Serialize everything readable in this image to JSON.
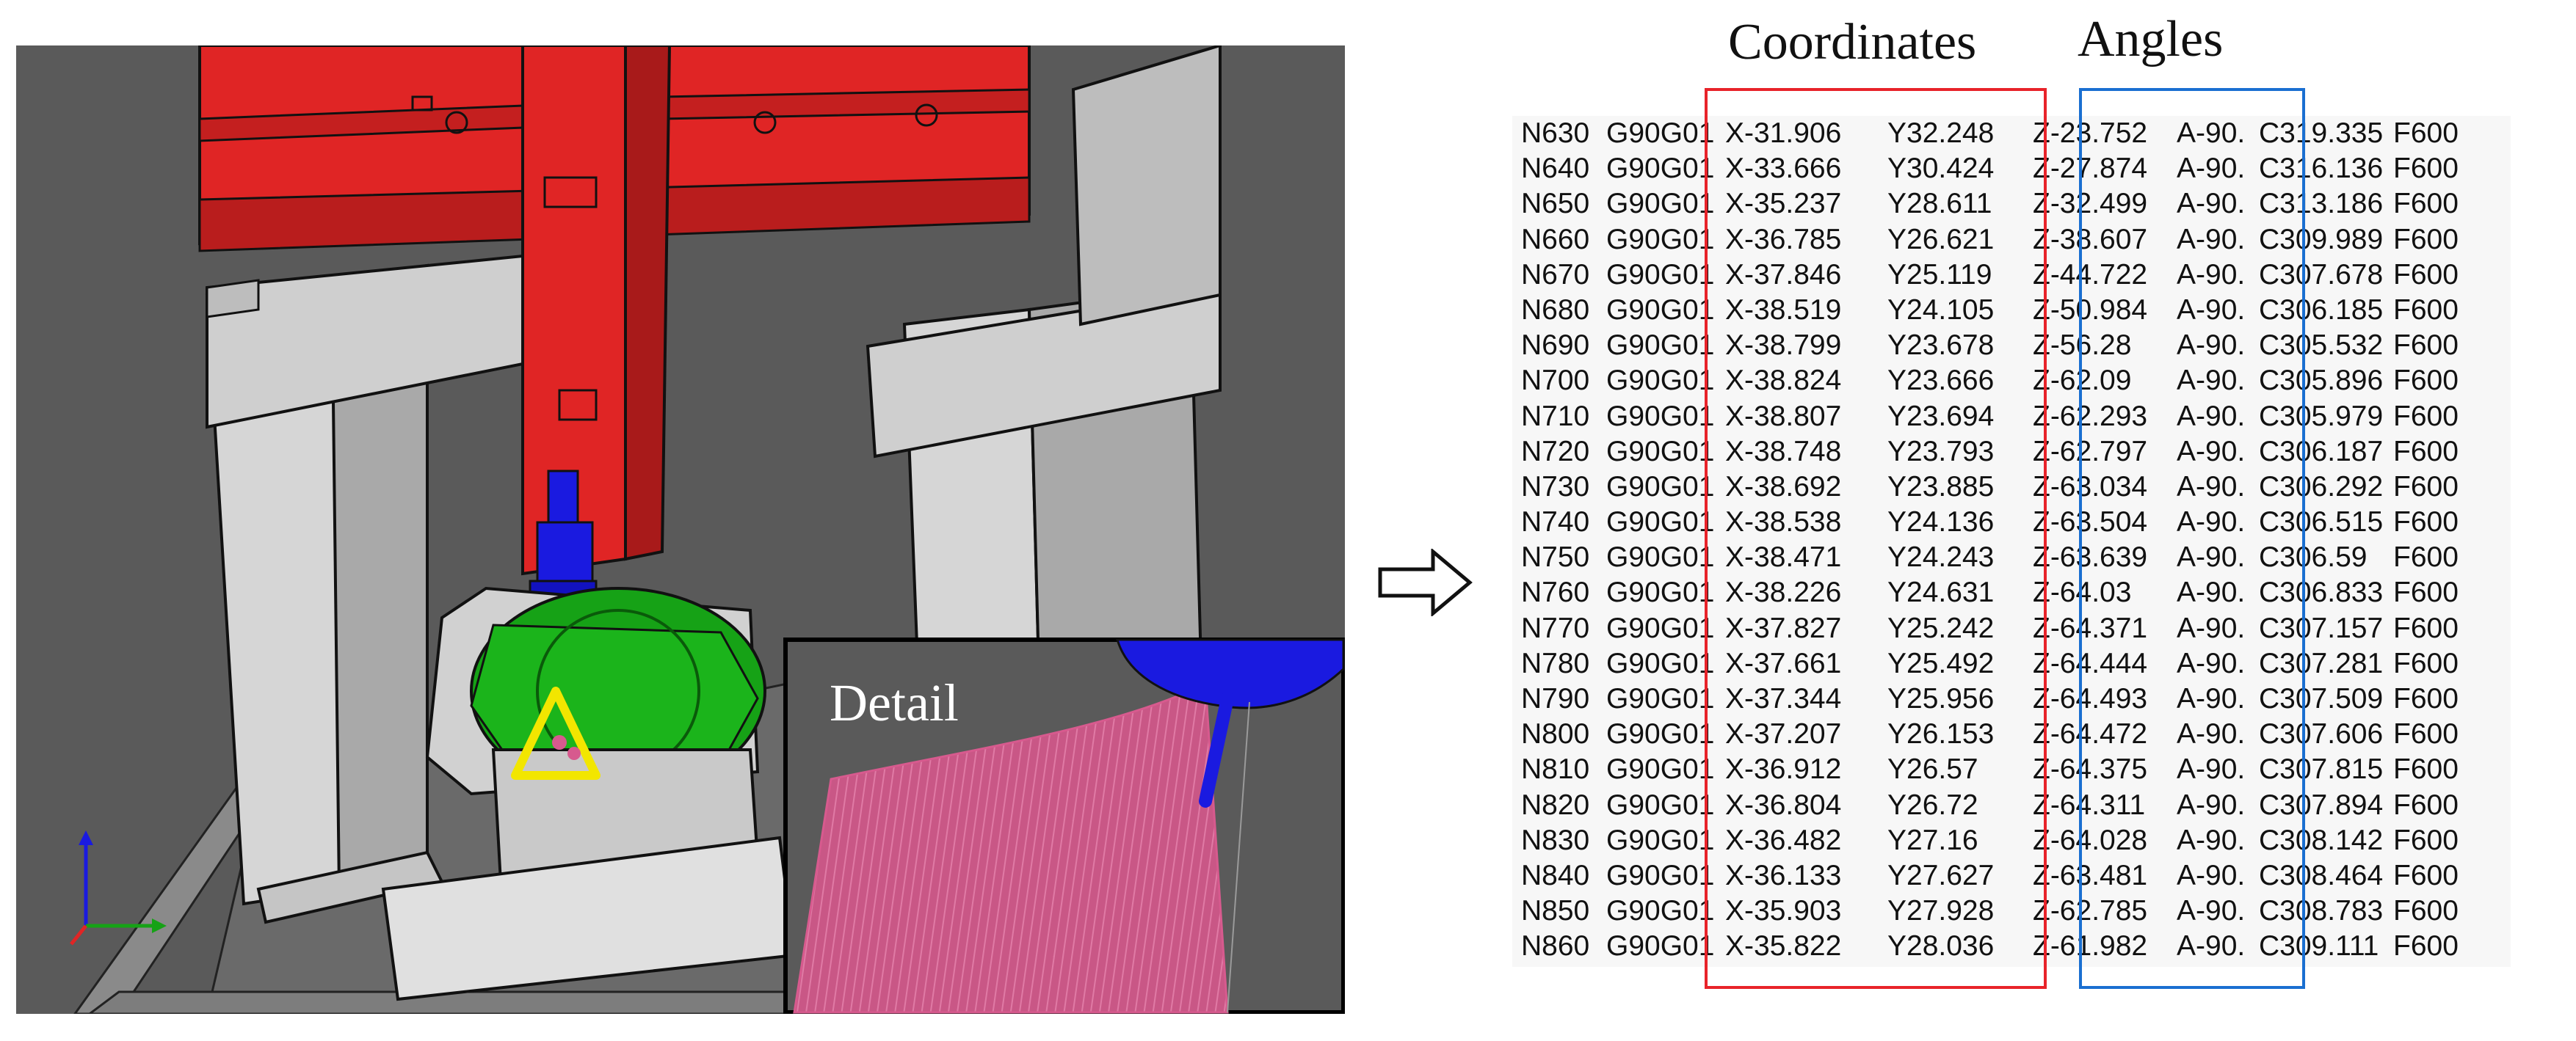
{
  "headings": {
    "coordinates": "Coordinates",
    "angles": "Angles"
  },
  "scene": {
    "detail_label": "Detail"
  },
  "colors": {
    "machine_red": "#e02525",
    "tool_blue": "#1a1ae0",
    "table_green": "#16a216",
    "marker_yellow": "#f2e600",
    "part_pink": "#d75a8e",
    "viewport_gray": "#5a5a5a",
    "coords_box": "#e8232a",
    "angles_box": "#1a6fd1"
  },
  "gcode": [
    {
      "n": "N630",
      "g": "G90G01",
      "x": "X-31.906",
      "y": "Y32.248",
      "z": "Z-23.752",
      "a": "A-90.",
      "c": "C319.335",
      "f": "F600"
    },
    {
      "n": "N640",
      "g": "G90G01",
      "x": "X-33.666",
      "y": "Y30.424",
      "z": "Z-27.874",
      "a": "A-90.",
      "c": "C316.136",
      "f": "F600"
    },
    {
      "n": "N650",
      "g": "G90G01",
      "x": "X-35.237",
      "y": "Y28.611",
      "z": "Z-32.499",
      "a": "A-90.",
      "c": "C313.186",
      "f": "F600"
    },
    {
      "n": "N660",
      "g": "G90G01",
      "x": "X-36.785",
      "y": "Y26.621",
      "z": "Z-38.607",
      "a": "A-90.",
      "c": "C309.989",
      "f": "F600"
    },
    {
      "n": "N670",
      "g": "G90G01",
      "x": "X-37.846",
      "y": "Y25.119",
      "z": "Z-44.722",
      "a": "A-90.",
      "c": "C307.678",
      "f": "F600"
    },
    {
      "n": "N680",
      "g": "G90G01",
      "x": "X-38.519",
      "y": "Y24.105",
      "z": "Z-50.984",
      "a": "A-90.",
      "c": "C306.185",
      "f": "F600"
    },
    {
      "n": "N690",
      "g": "G90G01",
      "x": "X-38.799",
      "y": "Y23.678",
      "z": "Z-56.28",
      "a": "A-90.",
      "c": "C305.532",
      "f": "F600"
    },
    {
      "n": "N700",
      "g": "G90G01",
      "x": "X-38.824",
      "y": "Y23.666",
      "z": "Z-62.09",
      "a": "A-90.",
      "c": "C305.896",
      "f": "F600"
    },
    {
      "n": "N710",
      "g": "G90G01",
      "x": "X-38.807",
      "y": "Y23.694",
      "z": "Z-62.293",
      "a": "A-90.",
      "c": "C305.979",
      "f": "F600"
    },
    {
      "n": "N720",
      "g": "G90G01",
      "x": "X-38.748",
      "y": "Y23.793",
      "z": "Z-62.797",
      "a": "A-90.",
      "c": "C306.187",
      "f": "F600"
    },
    {
      "n": "N730",
      "g": "G90G01",
      "x": "X-38.692",
      "y": "Y23.885",
      "z": "Z-63.034",
      "a": "A-90.",
      "c": "C306.292",
      "f": "F600"
    },
    {
      "n": "N740",
      "g": "G90G01",
      "x": "X-38.538",
      "y": "Y24.136",
      "z": "Z-63.504",
      "a": "A-90.",
      "c": "C306.515",
      "f": "F600"
    },
    {
      "n": "N750",
      "g": "G90G01",
      "x": "X-38.471",
      "y": "Y24.243",
      "z": "Z-63.639",
      "a": "A-90.",
      "c": "C306.59",
      "f": "F600"
    },
    {
      "n": "N760",
      "g": "G90G01",
      "x": "X-38.226",
      "y": "Y24.631",
      "z": "Z-64.03",
      "a": "A-90.",
      "c": "C306.833",
      "f": "F600"
    },
    {
      "n": "N770",
      "g": "G90G01",
      "x": "X-37.827",
      "y": "Y25.242",
      "z": "Z-64.371",
      "a": "A-90.",
      "c": "C307.157",
      "f": "F600"
    },
    {
      "n": "N780",
      "g": "G90G01",
      "x": "X-37.661",
      "y": "Y25.492",
      "z": "Z-64.444",
      "a": "A-90.",
      "c": "C307.281",
      "f": "F600"
    },
    {
      "n": "N790",
      "g": "G90G01",
      "x": "X-37.344",
      "y": "Y25.956",
      "z": "Z-64.493",
      "a": "A-90.",
      "c": "C307.509",
      "f": "F600"
    },
    {
      "n": "N800",
      "g": "G90G01",
      "x": "X-37.207",
      "y": "Y26.153",
      "z": "Z-64.472",
      "a": "A-90.",
      "c": "C307.606",
      "f": "F600"
    },
    {
      "n": "N810",
      "g": "G90G01",
      "x": "X-36.912",
      "y": "Y26.57",
      "z": "Z-64.375",
      "a": "A-90.",
      "c": "C307.815",
      "f": "F600"
    },
    {
      "n": "N820",
      "g": "G90G01",
      "x": "X-36.804",
      "y": "Y26.72",
      "z": "Z-64.311",
      "a": "A-90.",
      "c": "C307.894",
      "f": "F600"
    },
    {
      "n": "N830",
      "g": "G90G01",
      "x": "X-36.482",
      "y": "Y27.16",
      "z": "Z-64.028",
      "a": "A-90.",
      "c": "C308.142",
      "f": "F600"
    },
    {
      "n": "N840",
      "g": "G90G01",
      "x": "X-36.133",
      "y": "Y27.627",
      "z": "Z-63.481",
      "a": "A-90.",
      "c": "C308.464",
      "f": "F600"
    },
    {
      "n": "N850",
      "g": "G90G01",
      "x": "X-35.903",
      "y": "Y27.928",
      "z": "Z-62.785",
      "a": "A-90.",
      "c": "C308.783",
      "f": "F600"
    },
    {
      "n": "N860",
      "g": "G90G01",
      "x": "X-35.822",
      "y": "Y28.036",
      "z": "Z-61.982",
      "a": "A-90.",
      "c": "C309.111",
      "f": "F600"
    }
  ]
}
